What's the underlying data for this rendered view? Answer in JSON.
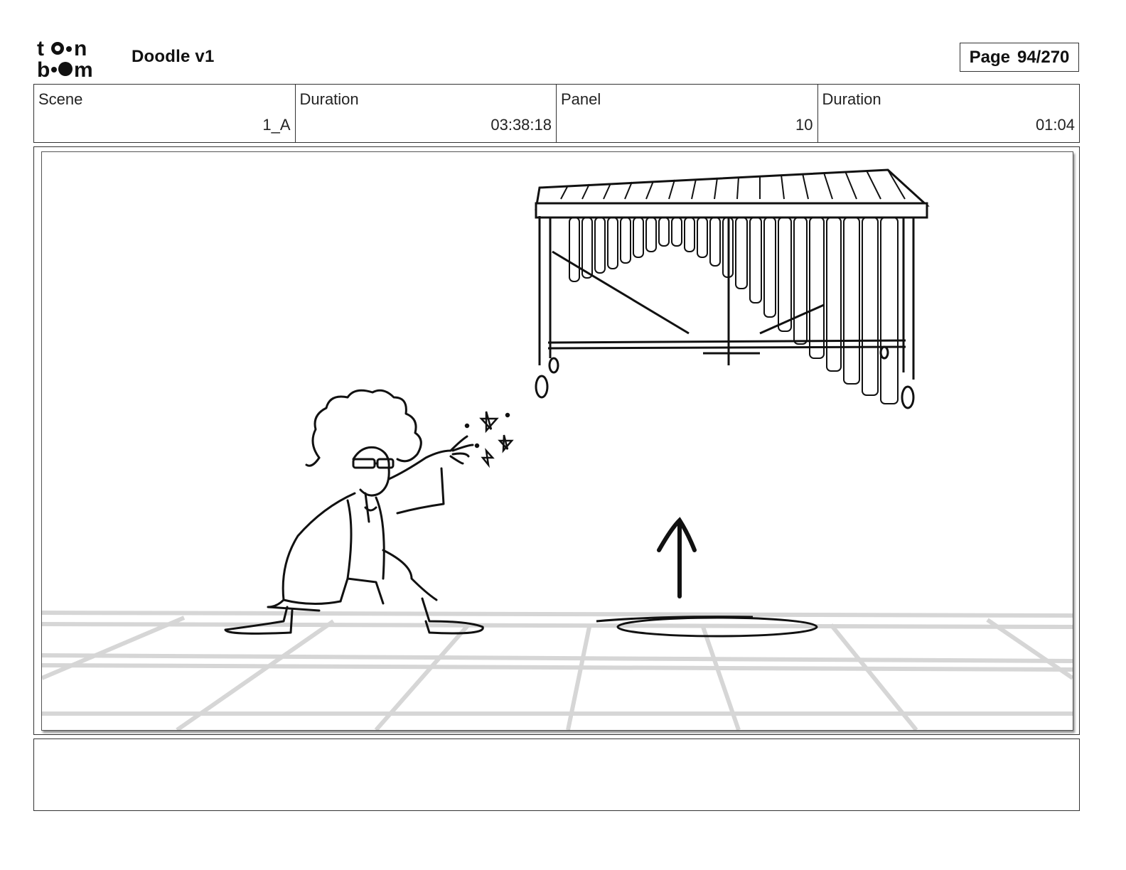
{
  "header": {
    "logo_alt": "toon boom",
    "project_title": "Doodle v1",
    "page_label": "Page",
    "page_number": "94/270"
  },
  "info": {
    "scene_label": "Scene",
    "scene_value": "1_A",
    "scene_duration_label": "Duration",
    "scene_duration_value": "03:38:18",
    "panel_label": "Panel",
    "panel_value": "10",
    "panel_duration_label": "Duration",
    "panel_duration_value": "01:04"
  },
  "panel": {
    "description": "",
    "icons": [
      "toon-boom-logo",
      "character-sketch",
      "xylophone-sketch",
      "up-arrow",
      "floor-hole"
    ]
  },
  "colors": {
    "border": "#333333",
    "sketch_line": "#111111",
    "floor_grid": "#d6d6d6"
  }
}
